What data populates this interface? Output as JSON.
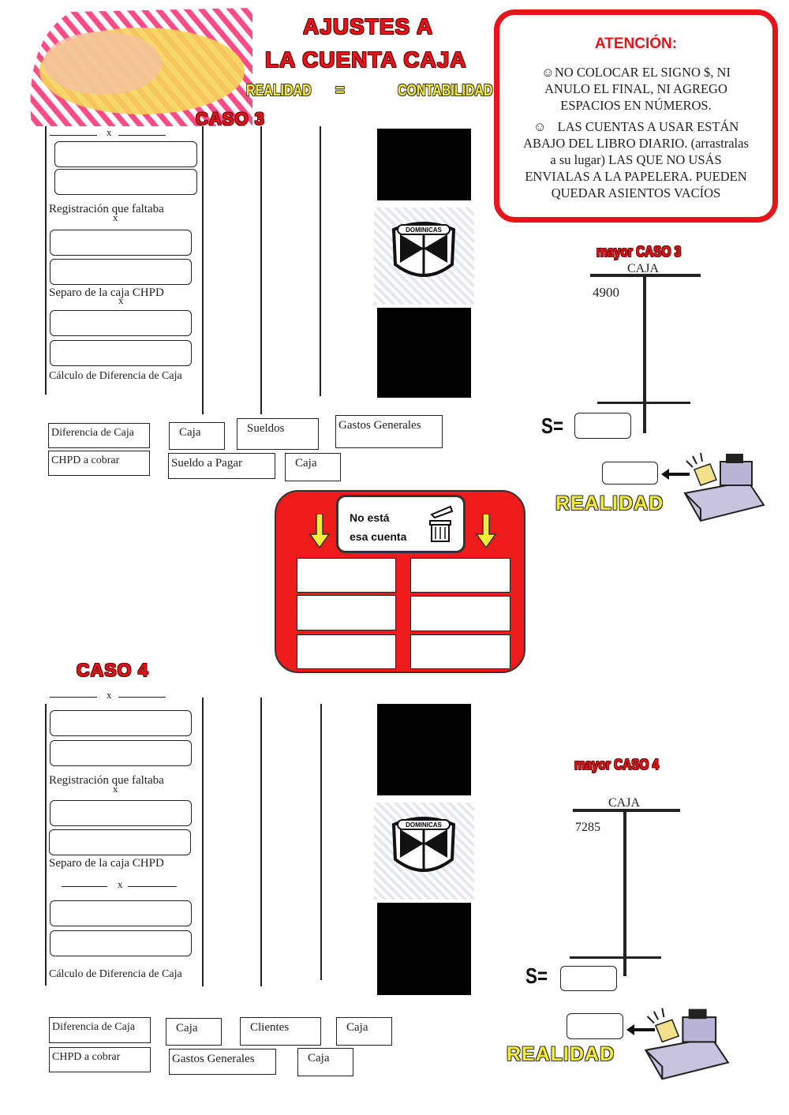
{
  "header": {
    "title_line1": "AJUSTES A",
    "title_line2": "LA CUENTA CAJA",
    "realidad": "REALIDAD",
    "equals": "=",
    "contabilidad": "CONTABILIDAD"
  },
  "attention": {
    "heading": "ATENCIÓN:",
    "line1": "NO COLOCAR EL SIGNO $, NI",
    "line2": "ANULO EL FINAL, NI AGREGO",
    "line3": "ESPACIOS EN NÚMEROS.",
    "line4": "LAS CUENTAS A USAR ESTÁN",
    "line5": "ABAJO DEL LIBRO DIARIO. (arrastralas",
    "line6": "a su lugar) LAS QUE NO USÁS",
    "line7": "ENVIALAS A LA PAPELERA. PUEDEN",
    "line8": "QUEDAR ASIENTOS VACÍOS"
  },
  "caso3": {
    "title": "CASO 3",
    "x_mark": "x",
    "registration_label": "Registración que faltaba",
    "separo_label": "Separo de la caja CHPD",
    "calculo_label": "Cálculo de Diferencia de Caja",
    "chips": [
      "Diferencia de Caja",
      "Caja",
      "Sueldos",
      "Gastos Generales",
      "CHPD a cobrar",
      "Sueldo a Pagar",
      "Caja"
    ],
    "mayor_title": "mayor CASO 3",
    "account_name": "CAJA",
    "account_value": "4900",
    "saldo_label": "S=",
    "realidad_label": "REALIDAD"
  },
  "trash": {
    "label_line1": "No está",
    "label_line2": "esa cuenta"
  },
  "caso4": {
    "title": "CASO 4",
    "x_mark": "x",
    "registration_label": "Registración que faltaba",
    "separo_label": "Separo de la caja CHPD",
    "calculo_label": "Cálculo de Diferencia de Caja",
    "chips": [
      "Diferencia de Caja",
      "Caja",
      "Clientes",
      "Caja",
      "CHPD a cobrar",
      "Gastos Generales",
      "Caja"
    ],
    "mayor_title": "mayor CASO 4",
    "account_name": "CAJA",
    "account_value": "7285",
    "saldo_label": "S=",
    "realidad_label": "REALIDAD"
  },
  "logo": {
    "text": "DOMINICAS"
  },
  "colors": {
    "accent_red": "#e8141b",
    "highlight_yellow": "#f5ec3a"
  }
}
